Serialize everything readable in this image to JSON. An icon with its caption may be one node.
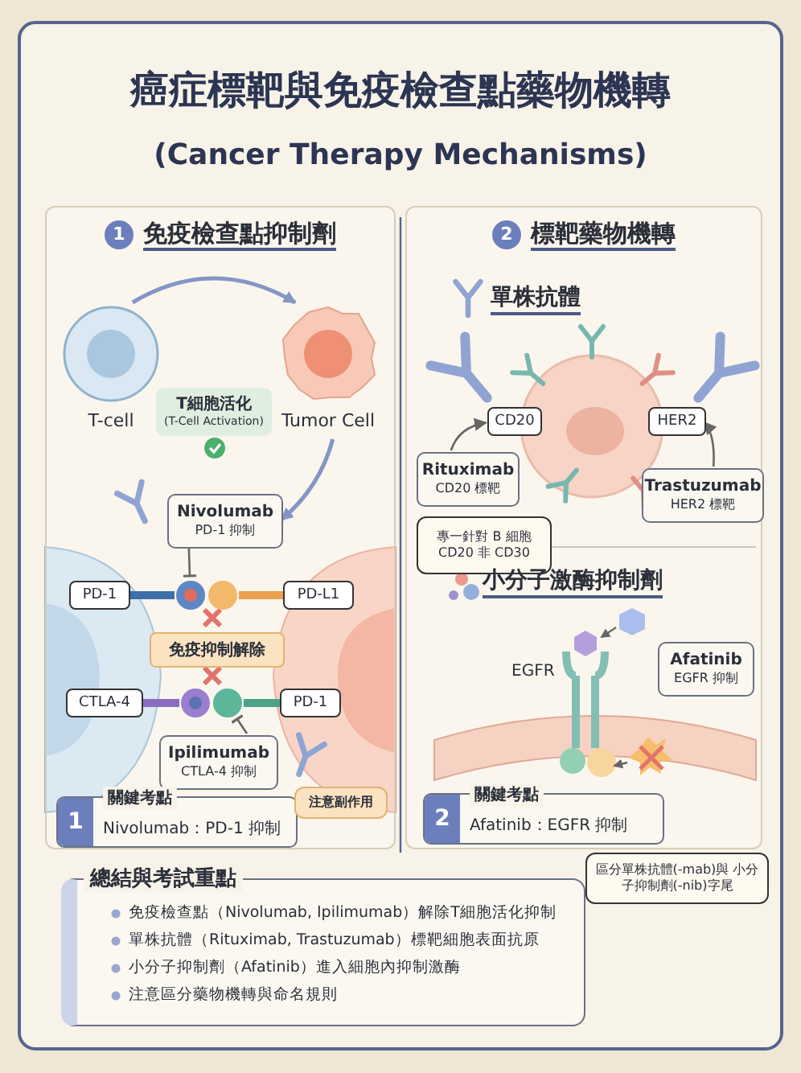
{
  "diagram": {
    "title": "癌症標靶與免疫檢查點藥物機轉",
    "nodes": [
      {
        "text": [
          "1",
          "免疫檢查點抑制劑"
        ]
      },
      {
        "text": [
          "T-cell"
        ],
        "in": 0
      },
      {
        "text": [
          "Tumor Cell"
        ],
        "in": 0
      },
      {
        "text": [
          "T細胞活化",
          "(T-Cell Activation)"
        ],
        "in": 0
      },
      {
        "text": [
          "Nivolumab",
          "PD-1 抑制"
        ],
        "in": 0
      },
      {
        "text": [
          "PD-1"
        ],
        "in": 0
      },
      {
        "text": [
          "PD-L1"
        ],
        "in": 0
      },
      {
        "text": [
          "免疫抑制解除"
        ],
        "in": 0
      },
      {
        "text": [
          "CTLA-4"
        ],
        "in": 0
      },
      {
        "text": [
          "PD-1"
        ],
        "in": 0
      },
      {
        "text": [
          "Ipilimumab",
          "CTLA-4 抑制"
        ],
        "in": 0
      },
      {
        "text": [
          "1",
          "關鍵考點",
          "Nivolumab：PD-1 抑制"
        ],
        "in": 0
      },
      {
        "text": [
          "注意副作用"
        ],
        "in": 0
      },
      {
        "text": [
          "2",
          "標靶藥物機轉"
        ]
      },
      {
        "text": [
          "CD20"
        ],
        "in": 13
      },
      {
        "text": [
          "HER2"
        ],
        "in": 13
      },
      {
        "text": [
          "Rituximab",
          "CD20 標靶"
        ],
        "in": 13
      },
      {
        "text": [
          "專一針對 B 細胞 CD20 非 CD30"
        ],
        "in": 13
      },
      {
        "text": [
          "Trastuzumab",
          "HER2 標靶"
        ],
        "in": 13
      },
      {
        "text": [
          "Afatinib",
          "EGFR 抑制"
        ],
        "in": 13
      },
      {
        "text": [
          "2",
          "關鍵考點",
          "Afatinib：EGFR 抑制"
        ],
        "in": 13
      },
      {
        "text": [
          "區分單株抗體(-mab)與 小分子抑制劑(-nib)字尾"
        ]
      },
      {
        "text": [
          "總結與考試重點",
          "免疫檢查點（Nivolumab, Ipilimumab）解除T細胞活化抑制",
          "單株抗體（Rituximab, Trastuzumab）標靶細胞表面抗原",
          "小分子抑制劑（Afatinib）進入細胞內抑制激酶",
          "注意區分藥物機轉與命名規則"
        ]
      },
      {
        "text": [],
        "shape": "picture",
        "in": 0
      },
      {
        "text": [],
        "shape": "picture",
        "in": 0
      }
    ],
    "edges": [
      {
        "from": 1,
        "to": 2,
        "arrow": "to",
        "color": "#5b73b5"
      },
      {
        "from": 2,
        "to": 4,
        "arrow": "to",
        "color": "#5b73b5"
      },
      {
        "from": 4,
        "to": 23,
        "arrow": "other"
      },
      {
        "from": 10,
        "to": 24,
        "arrow": "other"
      },
      {
        "from": 16,
        "to": 14,
        "arrow": "to"
      },
      {
        "from": 18,
        "to": 15,
        "arrow": "to"
      }
    ],
    "labels": [
      "(Cancer Therapy Mechanisms)",
      "單株抗體",
      "小分子激酶抑制劑",
      "EGFR"
    ]
  }
}
